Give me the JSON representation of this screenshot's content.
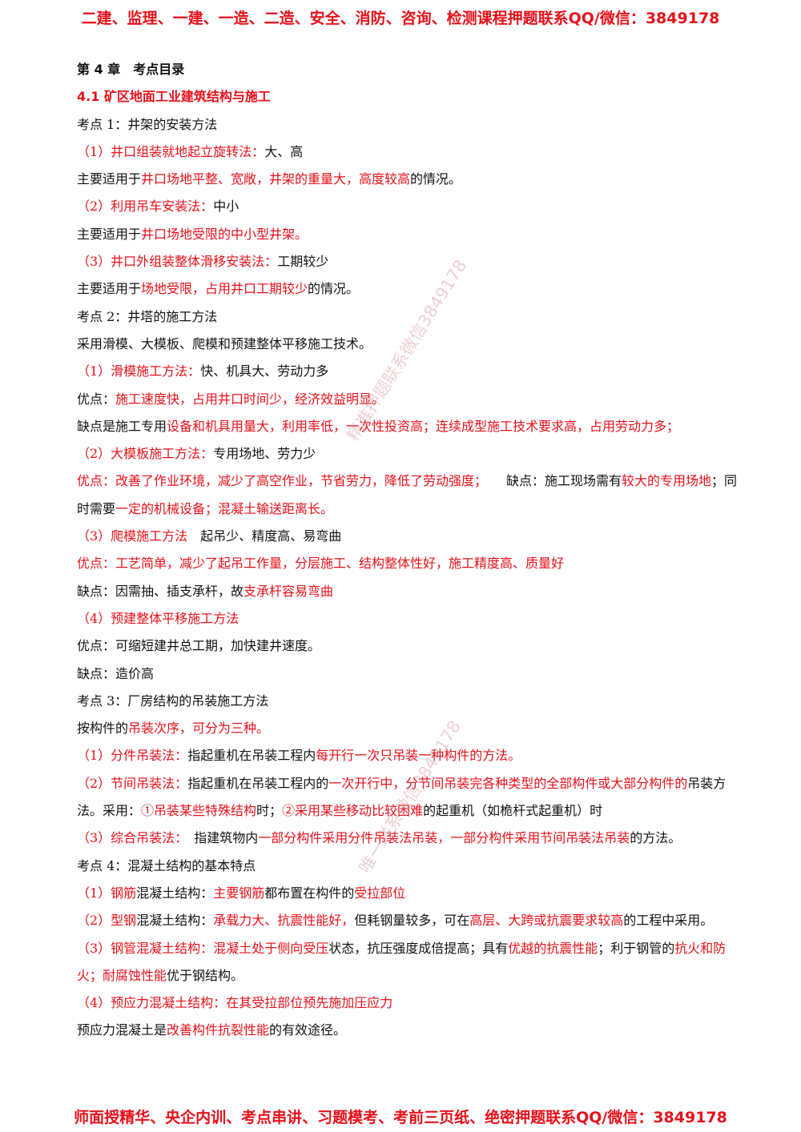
{
  "header": {
    "banner": "二建、监理、一建、一造、二造、安全、消防、咨询、检测课程押题联系QQ/微信：3849178"
  },
  "footer": {
    "banner": "师面授精华、央企内训、考点串讲、习题模考、考前三页纸、绝密押题联系QQ/微信：3849178"
  },
  "watermarks": [
    "精准押题联系微信3849178",
    "唯一联系微信3849178"
  ],
  "chapter_title": "第 4 章　考点目录",
  "section_title": "4.1 矿区地面工业建筑结构与施工",
  "lines": [
    [
      {
        "t": "考点 1：井架的安装方法"
      }
    ],
    [
      {
        "t": "（1）井口组装就地起立旋转法：",
        "r": true
      },
      {
        "t": "大、高"
      }
    ],
    [
      {
        "t": "主要适用于"
      },
      {
        "t": "井口场地平整、宽敞，井架的重量大，高度较高",
        "r": true
      },
      {
        "t": "的情况。"
      }
    ],
    [
      {
        "t": "（2）利用吊车安装法：",
        "r": true
      },
      {
        "t": "中小"
      }
    ],
    [
      {
        "t": "主要适用于"
      },
      {
        "t": "井口场地受限的中小型井架。",
        "r": true
      }
    ],
    [
      {
        "t": "（3）井口外组装整体滑移安装法：",
        "r": true
      },
      {
        "t": "工期较少"
      }
    ],
    [
      {
        "t": "主要适用于"
      },
      {
        "t": "场地受限，占用井口工期较少",
        "r": true
      },
      {
        "t": "的情况。"
      }
    ],
    [
      {
        "t": "考点 2：井塔的施工方法"
      }
    ],
    [
      {
        "t": "采用滑模、大模板、爬模和预建整体平移施工技术。"
      }
    ],
    [
      {
        "t": "（1）滑模施工方法：",
        "r": true
      },
      {
        "t": "快、机具大、劳动力多"
      }
    ],
    [
      {
        "t": "优点："
      },
      {
        "t": "施工速度快，占用井口时间少，经济效益明显。",
        "r": true
      }
    ],
    [
      {
        "t": "缺点是施工专用"
      },
      {
        "t": "设备和机具用量大，利用率低，一次性投资高；连续成型施工技术要求高，占用劳动力多；",
        "r": true
      }
    ],
    [
      {
        "t": "（2）大模板施工方法：",
        "r": true
      },
      {
        "t": "专用场地、劳力少"
      }
    ],
    [
      {
        "t": "优点：改善了作业环境，减少了高空作业，节省劳力，降低了劳动强度；",
        "r": true
      },
      {
        "t": "　　缺点：施工现场需有"
      },
      {
        "t": "较大的专用场地",
        "r": true
      },
      {
        "t": "；同时需要"
      },
      {
        "t": "一定的机械设备；混凝土输送距离长。",
        "r": true
      }
    ],
    [
      {
        "t": "（3）爬模施工方法",
        "r": true
      },
      {
        "t": "　起吊少、精度高、易弯曲"
      }
    ],
    [
      {
        "t": "优点：工艺简单，减少了起吊工作量，分层施工、结构整体性好，施工精度高、质量好",
        "r": true
      }
    ],
    [
      {
        "t": "缺点：因需抽、插支承杆，故"
      },
      {
        "t": "支承杆容易弯曲",
        "r": true
      }
    ],
    [
      {
        "t": "（4）预建整体平移施工方法",
        "r": true
      }
    ],
    [
      {
        "t": "优点：可缩短建井总工期，加快建井速度。"
      }
    ],
    [
      {
        "t": "缺点：造价高"
      }
    ],
    [
      {
        "t": "考点 3：厂房结构的吊装施工方法"
      }
    ],
    [
      {
        "t": "按构件的"
      },
      {
        "t": "吊装次序，可分为三种。",
        "r": true
      }
    ],
    [
      {
        "t": "（1）分件吊装法：",
        "r": true
      },
      {
        "t": "指起重机在吊装工程内"
      },
      {
        "t": "每开行一次只吊装一种构件的方法。",
        "r": true
      }
    ],
    [
      {
        "t": "（2）节间吊装法：",
        "r": true
      },
      {
        "t": "指起重机在吊装工程内的"
      },
      {
        "t": "一次开行中，分节间吊装完各种类型的全部构件或大部分构件的",
        "r": true
      },
      {
        "t": "吊装方法。采用："
      },
      {
        "t": "①吊装某些特殊结构",
        "r": true
      },
      {
        "t": "时；"
      },
      {
        "t": "②采用某些移动比较困难",
        "r": true
      },
      {
        "t": "的起重机（如桅杆式起重机）时"
      }
    ],
    [
      {
        "t": "（3）综合吊装法：",
        "r": true
      },
      {
        "t": "　指建筑物内"
      },
      {
        "t": "一部分构件采用分件吊装法吊装，一部分构件采用节间吊装法吊装",
        "r": true
      },
      {
        "t": "的方法。"
      }
    ],
    [
      {
        "t": "考点 4：混凝土结构的基本特点"
      }
    ],
    [
      {
        "t": "（1）钢筋",
        "r": true
      },
      {
        "t": "混凝土结构："
      },
      {
        "t": "主要钢筋",
        "r": true
      },
      {
        "t": "都布置在构件的"
      },
      {
        "t": "受拉部位",
        "r": true
      }
    ],
    [
      {
        "t": "（2）型钢",
        "r": true
      },
      {
        "t": "混凝土结构："
      },
      {
        "t": "承载力大、抗震性能好，",
        "r": true
      },
      {
        "t": "但耗钢量较多，可在"
      },
      {
        "t": "高层、大跨或抗震要求较高",
        "r": true
      },
      {
        "t": "的工程中采用。"
      }
    ],
    [
      {
        "t": "（3）钢管混凝土结构：",
        "r": true
      },
      {
        "t": "混凝土处于侧向受压",
        "r": true
      },
      {
        "t": "状态，抗压强度成倍提高；具有"
      },
      {
        "t": "优越的抗震性能",
        "r": true
      },
      {
        "t": "；利于钢管的"
      },
      {
        "t": "抗火和防火；耐腐蚀性能",
        "r": true
      },
      {
        "t": "优于钢结构。"
      }
    ],
    [
      {
        "t": "（4）预应力混凝土结构：",
        "r": true
      },
      {
        "t": "在其受拉部位预先施加压应力",
        "r": true
      }
    ],
    [
      {
        "t": "预应力混凝土是"
      },
      {
        "t": "改善构件抗裂性能",
        "r": true
      },
      {
        "t": "的有效途径。"
      }
    ]
  ]
}
